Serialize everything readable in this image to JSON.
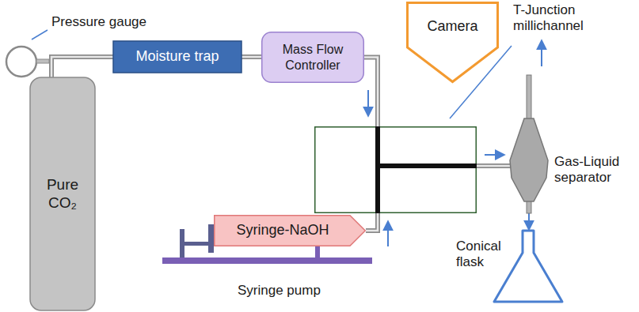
{
  "diagram": {
    "nodes": [
      {
        "text": [
          "Pure CO₂"
        ]
      },
      {
        "text": [
          "Moisture trap"
        ]
      },
      {
        "text": [
          "Mass Flow Controller"
        ]
      },
      {
        "text": [
          "Camera"
        ]
      },
      {
        "text": [
          "Syringe-NaOH"
        ]
      },
      {
        "text": [
          "T-Junction millichannel"
        ]
      },
      {
        "text": [
          "Gas-Liquid separator"
        ]
      },
      {
        "text": [
          "Conical flask"
        ]
      }
    ],
    "edges": [
      {
        "from": 0,
        "to": 1,
        "arrow": "none"
      },
      {
        "from": 1,
        "to": 2,
        "arrow": "none"
      },
      {
        "from": 2,
        "to": 5,
        "arrow": "none"
      },
      {
        "from": 4,
        "to": 5,
        "arrow": "none"
      },
      {
        "from": 5,
        "to": 6,
        "arrow": "none"
      },
      {
        "from": 6,
        "to": 7,
        "arrow": "to"
      }
    ],
    "labels": [
      "Pressure gauge",
      "Syringe pump"
    ]
  }
}
